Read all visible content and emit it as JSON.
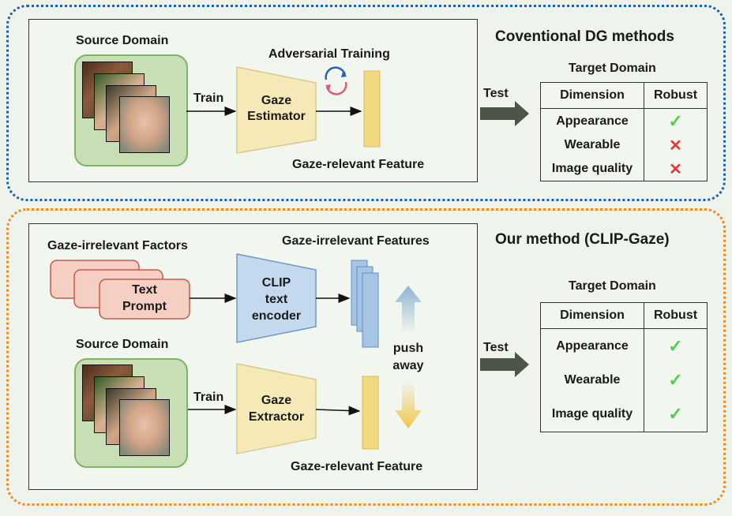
{
  "top": {
    "title": "Coventional DG methods",
    "source_domain": "Source Domain",
    "train": "Train",
    "estimator": [
      "Gaze",
      "Estimator"
    ],
    "adversarial": "Adversarial Training",
    "feature": "Gaze-relevant Feature",
    "test": "Test",
    "target_domain": "Target Domain",
    "table": {
      "headers": [
        "Dimension",
        "Robust"
      ],
      "rows": [
        {
          "dimension": "Appearance",
          "mark": "✓",
          "status": "check"
        },
        {
          "dimension": "Wearable",
          "mark": "✕",
          "status": "cross"
        },
        {
          "dimension": "Image quality",
          "mark": "✕",
          "status": "cross"
        }
      ]
    }
  },
  "bottom": {
    "title": "Our method (CLIP-Gaze)",
    "irrelevant_factors": "Gaze-irrelevant Factors",
    "text_prompt": [
      "Text",
      "Prompt"
    ],
    "clip": [
      "CLIP",
      "text",
      "encoder"
    ],
    "irrelevant_features": "Gaze-irrelevant Features",
    "push_away": [
      "push",
      "away"
    ],
    "source_domain": "Source Domain",
    "train": "Train",
    "extractor": [
      "Gaze",
      "Extractor"
    ],
    "feature": "Gaze-relevant Feature",
    "test": "Test",
    "target_domain": "Target Domain",
    "table": {
      "headers": [
        "Dimension",
        "Robust"
      ],
      "rows": [
        {
          "dimension": "Appearance",
          "mark": "✓",
          "status": "check"
        },
        {
          "dimension": "Wearable",
          "mark": "✓",
          "status": "check"
        },
        {
          "dimension": "Image quality",
          "mark": "✓",
          "status": "check"
        }
      ]
    }
  },
  "colors": {
    "top_border": "#1f5fa8",
    "bottom_border": "#f08a1e",
    "encoder_fill": "#f6e9b8",
    "clip_fill": "#c4d8ee",
    "prompt_fill": "#f5cfc3",
    "check": "#4fcf4a",
    "cross": "#e03a3a",
    "arrow": "#4b5548"
  }
}
